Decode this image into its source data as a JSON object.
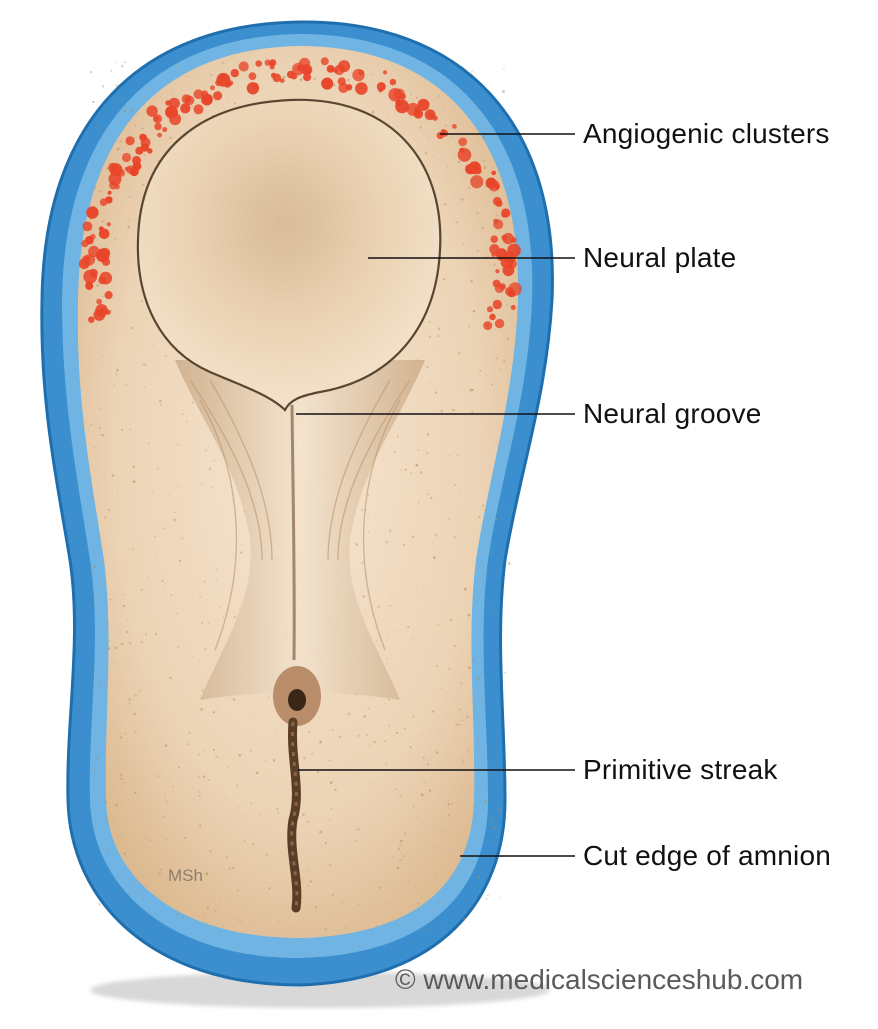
{
  "labels": {
    "angiogenic_clusters": "Angiogenic clusters",
    "neural_plate": "Neural plate",
    "neural_groove": "Neural groove",
    "primitive_streak": "Primitive streak",
    "cut_edge_of_amnion": "Cut edge of amnion"
  },
  "artist_signature": "MSh",
  "copyright": "© www.medicalscienceshub.com",
  "colors": {
    "amnion": "#3b8fce",
    "amnion_dark": "#1f6fae",
    "embryonic_disc": "#efd8bd",
    "neural_plate": "#e8cfae",
    "angiogenic": "#e8452a",
    "leader_line": "#111111"
  }
}
